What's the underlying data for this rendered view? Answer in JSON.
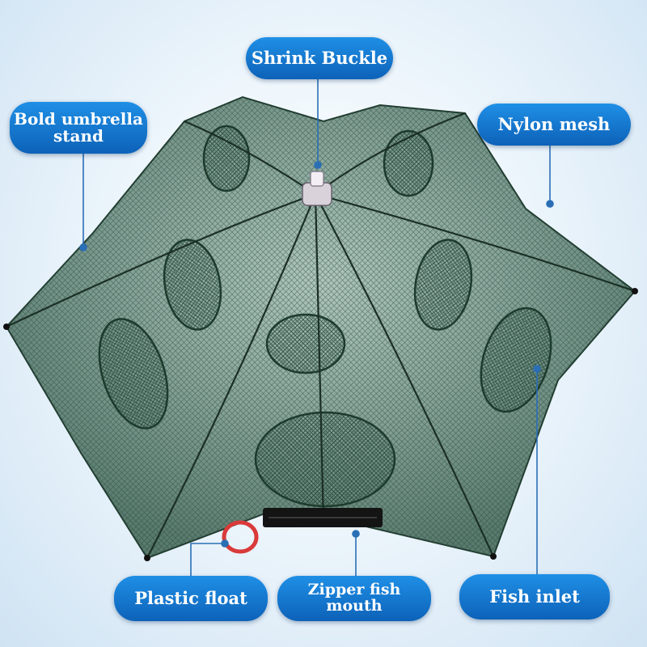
{
  "labels": {
    "shrink_buckle": "Shrink Buckle",
    "bold_umbrella_stand_line1": "Bold umbrella",
    "bold_umbrella_stand_line2": "stand",
    "nylon_mesh": "Nylon mesh",
    "plastic_float": "Plastic float",
    "zipper_fish_mouth": "Zipper fish mouth",
    "fish_inlet": "Fish inlet"
  },
  "colors": {
    "label_background": "#1479d0",
    "label_text": "#ffffff",
    "net_green": "#2f5a45",
    "float_ring": "#d93a3a",
    "leader_line": "#2a6fb5"
  }
}
